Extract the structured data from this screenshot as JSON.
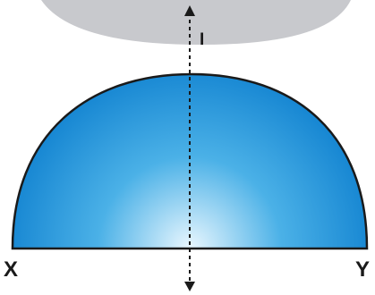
{
  "labels": {
    "left_end": "X",
    "right_end": "Y",
    "image_point": "I"
  },
  "colors": {
    "upper_disc": "#c8c9cd",
    "hemisphere_center": "#eaf7fe",
    "hemisphere_mid": "#4bb1e7",
    "hemisphere_edge": "#1686d2",
    "outline": "#1a1a1a",
    "axis_line": "#1a1a1a"
  }
}
